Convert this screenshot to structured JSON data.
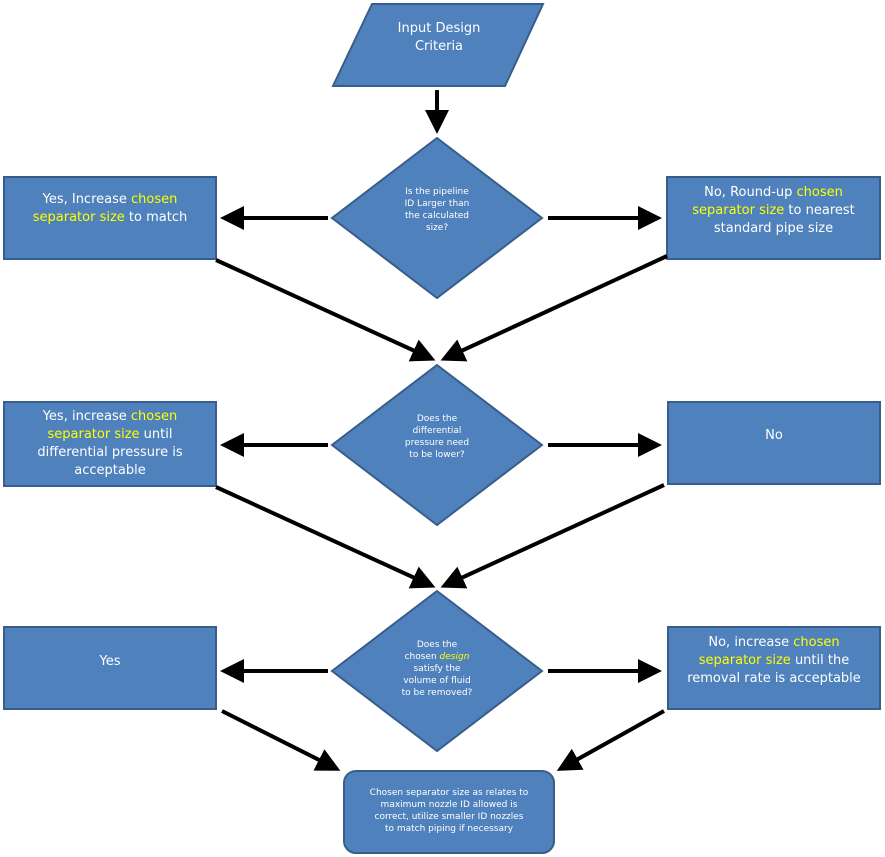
{
  "start": {
    "line1": "Input Design",
    "line2": "Criteria"
  },
  "decision1": {
    "lines": [
      "Is the pipeline",
      "ID Larger than",
      "the calculated",
      "size?"
    ]
  },
  "yes1": {
    "pre": "Yes, Increase ",
    "hl1": "chosen",
    "hl2": "separator size",
    "post": " to match"
  },
  "no1": {
    "pre": "No, Round-up ",
    "hl1": "chosen",
    "hl2": "separator size",
    "post1": " to nearest",
    "post2": "standard pipe size"
  },
  "decision2": {
    "lines": [
      "Does the",
      "differential",
      "pressure need",
      "to be lower?"
    ]
  },
  "yes2": {
    "pre": "Yes, increase ",
    "hl1": "chosen",
    "hl2": "separator size",
    "post1": " until",
    "line3": "differential pressure is",
    "line4": "acceptable"
  },
  "no2": {
    "text": "No"
  },
  "decision3": {
    "line1": "Does the",
    "pre2": "chosen ",
    "hl": "design",
    "line3": "satisfy the",
    "line4": "volume of fluid",
    "line5": "to be removed?"
  },
  "yes3": {
    "text": "Yes"
  },
  "no3": {
    "pre": "No, increase ",
    "hl1": "chosen",
    "hl2": "separator size",
    "post1": " until the",
    "line3": "removal rate is acceptable"
  },
  "end": {
    "lines": [
      "Chosen separator size as relates to",
      "maximum nozzle ID allowed is",
      "correct, utilize smaller ID nozzles",
      "to match piping if necessary"
    ]
  },
  "colors": {
    "fill": "#4f81bd",
    "border": "#385d8a",
    "text": "#ffffff",
    "highlight": "#ffff00",
    "arrow": "#000000"
  }
}
